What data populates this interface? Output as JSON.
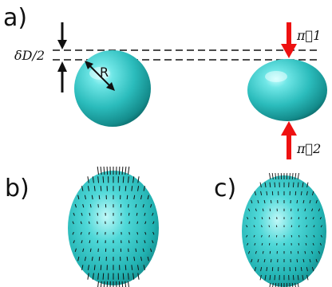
{
  "panels": {
    "a": "a)",
    "b": "b)",
    "c": "c)"
  },
  "annotations": {
    "delta": "δD/2",
    "radius": "R",
    "force_top": "π⃗1",
    "force_bottom": "π⃗2"
  },
  "colors": {
    "sphere_light": "#8ff3f3",
    "sphere_mid": "#2fc3c3",
    "sphere_dark": "#0d6e6e",
    "force_arrow": "#ee1111",
    "ink": "#111111"
  }
}
